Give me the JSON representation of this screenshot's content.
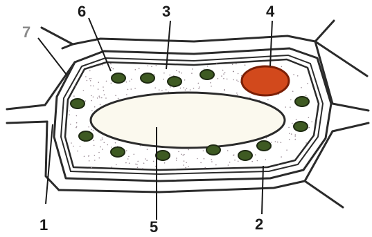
{
  "diagram": {
    "labels": [
      {
        "id": "1",
        "text": "1"
      },
      {
        "id": "2",
        "text": "2"
      },
      {
        "id": "3",
        "text": "3"
      },
      {
        "id": "4",
        "text": "4"
      },
      {
        "id": "5",
        "text": "5"
      },
      {
        "id": "6",
        "text": "6"
      },
      {
        "id": "7",
        "text": "7"
      }
    ],
    "colors": {
      "cytoplasm": "#f6eef4",
      "vacuole": "#fbf9ee",
      "chloroplast": "#3e5a22",
      "nucleus": "#d2491c",
      "nucleus_outline": "#7a1f05",
      "wall_gap": "#ffffff",
      "stroke": "#2b2b2b",
      "stipple": "#9a8b95"
    }
  }
}
